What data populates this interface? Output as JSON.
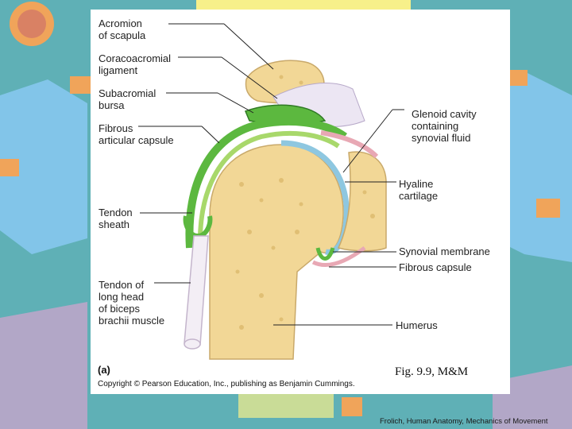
{
  "labels": {
    "acromion": "Acromion\nof scapula",
    "coracoacromial": "Coracoacromial\nligament",
    "subacromial": "Subacromial\nbursa",
    "fibrous_articular": "Fibrous\narticular capsule",
    "tendon_sheath": "Tendon\nsheath",
    "tendon_biceps": "Tendon of\nlong head\nof biceps\nbrachii muscle",
    "glenoid": "Glenoid cavity\ncontaining\nsynovial fluid",
    "hyaline": "Hyaline\ncartilage",
    "synovial_membrane": "Synovial membrane",
    "fibrous_capsule": "Fibrous capsule",
    "humerus": "Humerus"
  },
  "part_letter": "(a)",
  "copyright": "Copyright © Pearson Education, Inc., publishing as Benjamin Cummings.",
  "figure_caption": "Fig. 9.9, M&M",
  "footer": "Frolich, Human Anatomy, Mechanics of Movement",
  "colors": {
    "background": "#5fb0b6",
    "gear_orange": "#f0a45a",
    "gear_blue": "#86c8ee",
    "gear_purple": "#b2a7c7",
    "bone": "#f2d796",
    "cartilage_blue": "#8ec7e0",
    "capsule_green": "#5cb83f",
    "ligament_pink": "#e8a8b4"
  }
}
